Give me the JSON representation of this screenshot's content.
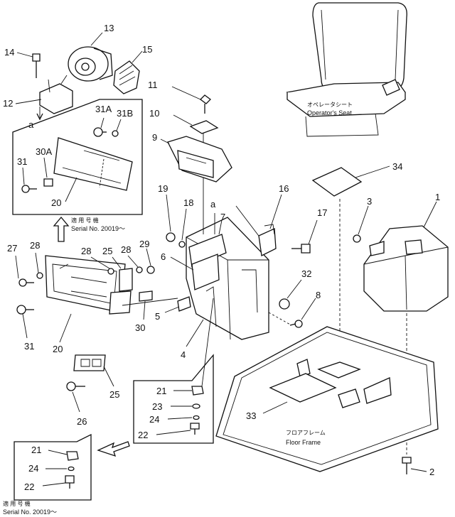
{
  "diagram": {
    "part_numbers": {
      "p1": "1",
      "p2": "2",
      "p3": "3",
      "p4": "4",
      "p5": "5",
      "p6": "6",
      "p7": "7",
      "p8": "8",
      "p9": "9",
      "p10": "10",
      "p11": "11",
      "p12": "12",
      "p13": "13",
      "p14": "14",
      "p15": "15",
      "p16": "16",
      "p17": "17",
      "p18": "18",
      "p19": "19",
      "p20_top": "20",
      "p20_left": "20",
      "p21_box": "21",
      "p21_bottom": "21",
      "p22_box": "22",
      "p22_bottom": "22",
      "p23": "23",
      "p24_box": "24",
      "p24_bottom": "24",
      "p25_top": "25",
      "p25_bottom": "25",
      "p26": "26",
      "p27": "27",
      "p28_a": "28",
      "p28_b": "28",
      "p28_c": "28",
      "p29": "29",
      "p30": "30",
      "p30A": "30A",
      "p31_top": "31",
      "p31A": "31A",
      "p31B": "31B",
      "p31_left": "31",
      "p32": "32",
      "p33": "33",
      "p34": "34",
      "a_upper": "a",
      "a_lower": "a"
    },
    "labels": {
      "operator_seat_jp": "オペレータシート",
      "operator_seat_en": "Operator's Seat",
      "floor_frame_jp": "フロアフレーム",
      "floor_frame_en": "Floor Frame",
      "serial_box_jp": "適 用 号 機",
      "serial_box_en": "Serial No. 20019～",
      "serial_bottom_jp": "適 用 号 機",
      "serial_bottom_en": "Serial No. 20019～"
    }
  }
}
